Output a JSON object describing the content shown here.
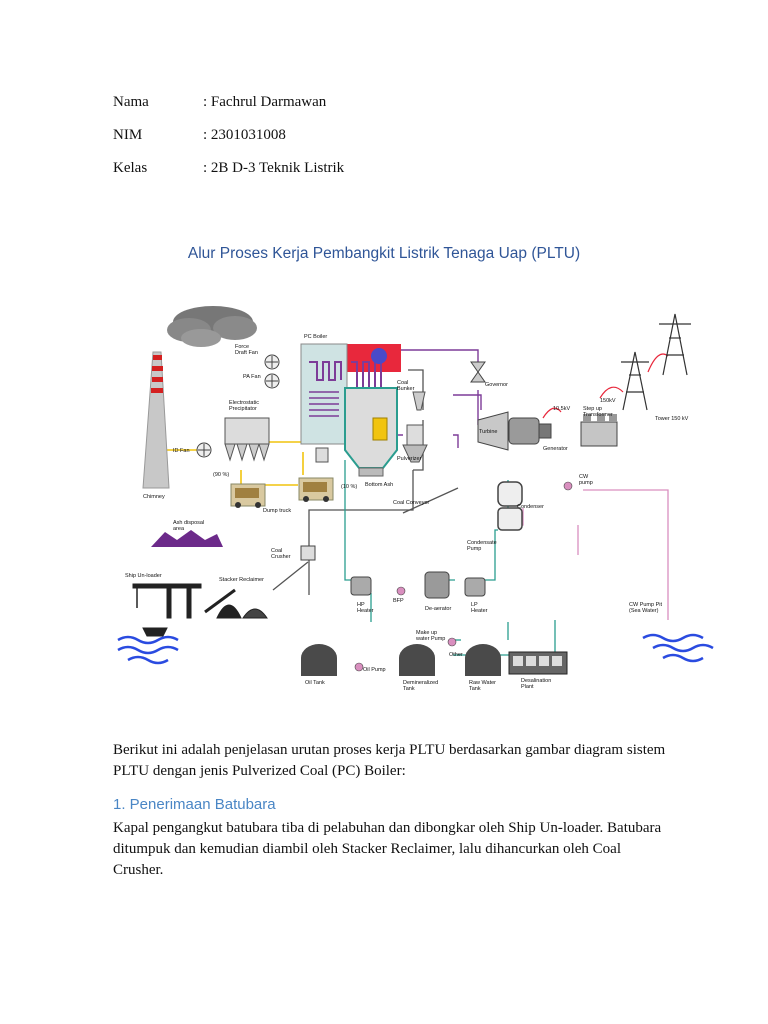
{
  "student": {
    "name_label": "Nama",
    "name_value": ": Fachrul Darmawan",
    "nim_label": "NIM",
    "nim_value": ": 2301031008",
    "class_label": "Kelas",
    "class_value": ": 2B D-3 Teknik Listrik"
  },
  "title": "Alur Proses Kerja Pembangkit Listrik Tenaga Uap (PLTU)",
  "diagram": {
    "labels": {
      "pc_boiler": "PC Boiler",
      "force_draft_fan": "Force\nDraft Fan",
      "pa_fan": "PA Fan",
      "electrostatic_precipitator": "Electrostatic\nPrecipitator",
      "coal_bunker": "Coal\nBunker",
      "governor": "Governor",
      "kv_10_5": "10.5kV",
      "kv_150": "150kV",
      "step_up_transformer": "Step up\nTransformer",
      "tower_150kv": "Tower 150 kV",
      "id_fan": "ID Fan",
      "turbine": "Turbine",
      "generator": "Generator",
      "pct_90": "(90 %)",
      "pct_10": "(10 %)",
      "bottom_ash": "Bottom Ash",
      "pulverizer": "Pulverizer",
      "chimney": "Chimney",
      "dump_truck": "Dump truck",
      "coal_conveyor": "Coal Conveyor",
      "cw_pump": "CW\npump",
      "condenser": "Condenser",
      "ash_disposal_area": "Ash disposal\narea",
      "coal_crusher": "Coal\nCrusher",
      "condensate_pump": "Condensate\nPump",
      "ship_unloader": "Ship Un-loader",
      "stacker_reclaimer": "Stacker Reclaimer",
      "hp_heater": "HP\nHeater",
      "bfp": "BFP",
      "deaerator": "De-aerator",
      "lp_heater": "LP\nHeater",
      "cw_pump_pit": "CW Pump Pit\n(Sea Water)",
      "makeup_water_pump": "Make up\nwater Pump",
      "other": "Other",
      "oil_tank": "Oil Tank",
      "oil_pump": "Oil Pump",
      "demineralized_tank": "Demineralized\nTank",
      "raw_water_tank": "Raw Water\nTank",
      "desalination_plant": "Desalination\nPlant"
    }
  },
  "intro_text": "Berikut ini adalah penjelasan urutan proses kerja PLTU berdasarkan gambar diagram sistem PLTU dengan jenis Pulverized Coal (PC) Boiler:",
  "section1": {
    "heading": "1. Penerimaan Batubara",
    "body": "Kapal pengangkut batubara tiba di pelabuhan dan dibongkar oleh Ship Un-loader. Batubara ditumpuk dan kemudian diambil oleh Stacker Reclaimer, lalu dihancurkan oleh Coal Crusher."
  },
  "colors": {
    "title": "#2f5597",
    "heading": "#4a86c5",
    "steam": "#7d3c98",
    "water": "#2a9d8f",
    "coal_line": "#555555",
    "flue_gas": "#f1c40f",
    "boiler_red": "#e8283c"
  }
}
